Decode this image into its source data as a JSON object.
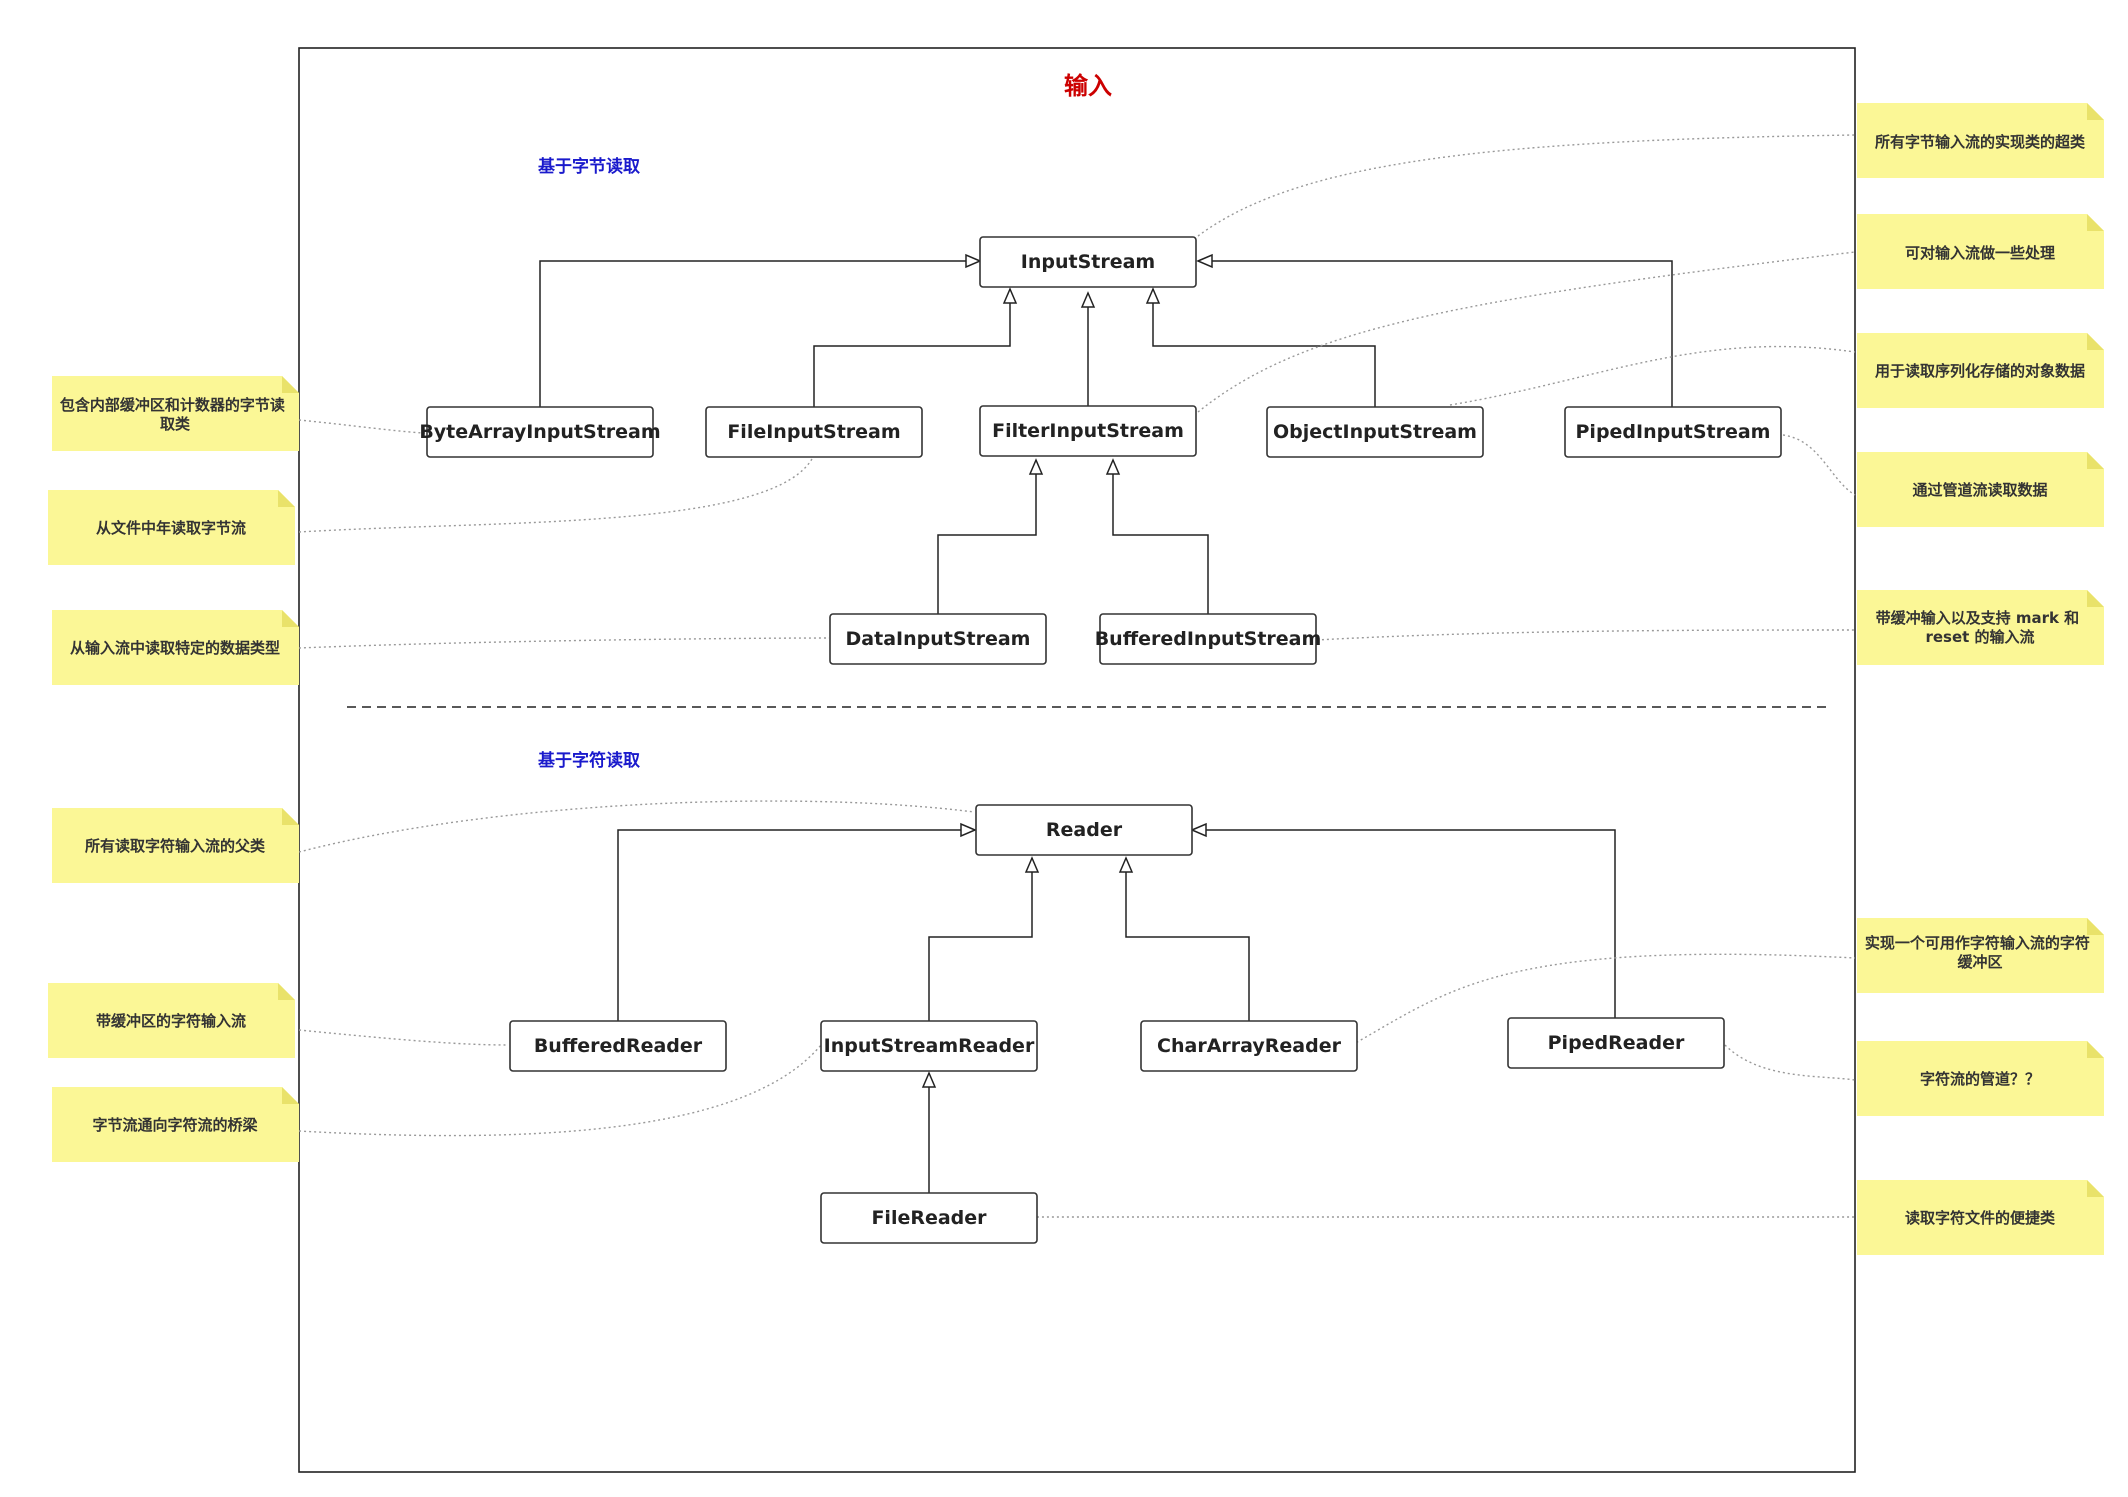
{
  "title": "输入",
  "sections": {
    "byte": "基于字节读取",
    "char": "基于字符读取"
  },
  "classes": {
    "InputStream": "InputStream",
    "ByteArrayInputStream": "ByteArrayInputStream",
    "FileInputStream": "FileInputStream",
    "FilterInputStream": "FilterInputStream",
    "ObjectInputStream": "ObjectInputStream",
    "PipedInputStream": "PipedInputStream",
    "DataInputStream": "DataInputStream",
    "BufferedInputStream": "BufferedInputStream",
    "Reader": "Reader",
    "BufferedReader": "BufferedReader",
    "InputStreamReader": "InputStreamReader",
    "CharArrayReader": "CharArrayReader",
    "PipedReader": "PipedReader",
    "FileReader": "FileReader"
  },
  "notes": {
    "inputstream": [
      "所有字节输入流的实现类的超类"
    ],
    "filter": [
      "可对输入流做一些处理"
    ],
    "object": [
      "用于读取序列化存储的对象数据"
    ],
    "piped": [
      "通过管道流读取数据"
    ],
    "buffered": [
      "带缓冲输入以及支持 mark 和",
      "reset 的输入流"
    ],
    "bytearray": [
      "包含内部缓冲区和计数器的字节读",
      "取类"
    ],
    "file": [
      "从文件中年读取字节流"
    ],
    "data": [
      "从输入流中读取特定的数据类型"
    ],
    "reader": [
      "所有读取字符输入流的父类"
    ],
    "bufferedreader": [
      "带缓冲区的字符输入流"
    ],
    "isr": [
      "字节流通向字符流的桥梁"
    ],
    "chararray": [
      "实现一个可用作字符输入流的字符",
      "缓冲区"
    ],
    "pipedreader": [
      "字符流的管道？？"
    ],
    "filereader": [
      "读取字符文件的便捷类"
    ]
  }
}
